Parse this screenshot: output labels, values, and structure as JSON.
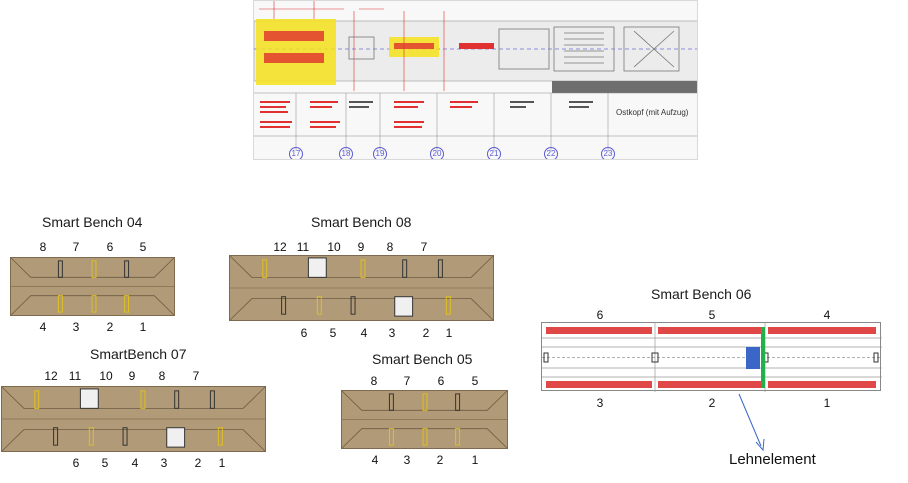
{
  "plan": {
    "caption": "Ostkopf (mit Aufzug)",
    "axis_numbers": [
      "17",
      "18",
      "19",
      "20",
      "21",
      "22",
      "23"
    ]
  },
  "benches": {
    "b04": {
      "title": "Smart Bench 04",
      "top": [
        "8",
        "7",
        "6",
        "5"
      ],
      "bottom": [
        "4",
        "3",
        "2",
        "1"
      ]
    },
    "b08": {
      "title": "Smart Bench 08",
      "top": [
        "12",
        "11",
        "10",
        "9",
        "8",
        "7"
      ],
      "bottom": [
        "6",
        "5",
        "4",
        "3",
        "2",
        "1"
      ]
    },
    "b07": {
      "title": "SmartBench 07",
      "top": [
        "12",
        "11",
        "10",
        "9",
        "8",
        "7"
      ],
      "bottom": [
        "6",
        "5",
        "4",
        "3",
        "2",
        "1"
      ]
    },
    "b05": {
      "title": "Smart Bench 05",
      "top": [
        "8",
        "7",
        "6",
        "5"
      ],
      "bottom": [
        "4",
        "3",
        "2",
        "1"
      ]
    },
    "b06": {
      "title": "Smart Bench 06",
      "top": [
        "6",
        "5",
        "4"
      ],
      "bottom": [
        "3",
        "2",
        "1"
      ]
    }
  },
  "callout": {
    "label": "Lehnelement"
  },
  "colors": {
    "wood": "#b09a78",
    "slat_yellow": "#e0c020",
    "seat_red": "#e04848",
    "backrest_green": "#22b04a",
    "element_blue": "#3a66c8"
  }
}
